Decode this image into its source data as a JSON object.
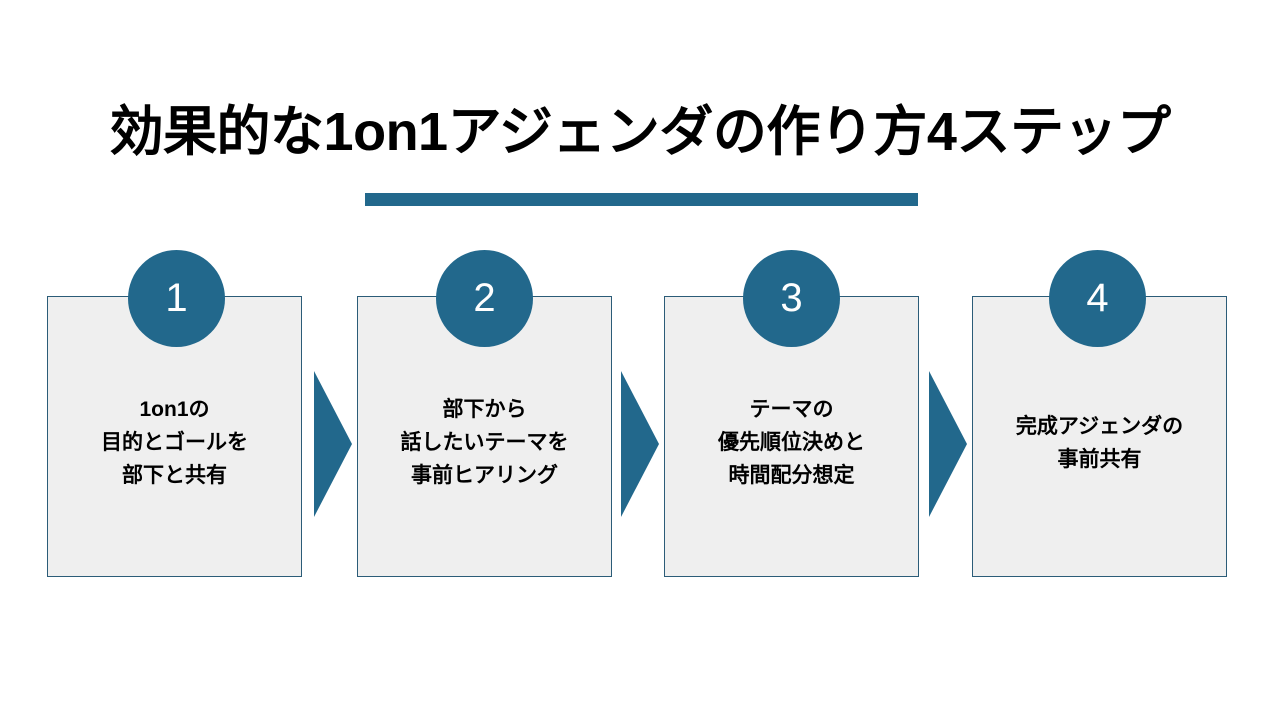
{
  "slide": {
    "background_color": "#ffffff",
    "accent_color": "#22688c",
    "box_fill_color": "#efefef",
    "box_border_color": "#2b5c78",
    "title": "効果的な1on1アジェンダの作り方4ステップ"
  },
  "steps": [
    {
      "number": "1",
      "text": "1on1の\n目的とゴールを\n部下と共有",
      "lines": [
        "1on1の",
        "目的とゴールを",
        "部下と共有"
      ]
    },
    {
      "number": "2",
      "text": "部下から\n話したいテーマを\n事前ヒアリング",
      "lines": [
        "部下から",
        "話したいテーマを",
        "事前ヒアリング"
      ]
    },
    {
      "number": "3",
      "text": "テーマの\n優先順位決めと\n時間配分想定",
      "lines": [
        "テーマの",
        "優先順位決めと",
        "時間配分想定"
      ]
    },
    {
      "number": "4",
      "text": "完成アジェンダの\n事前共有",
      "lines": [
        "完成アジェンダの",
        "事前共有"
      ]
    }
  ]
}
